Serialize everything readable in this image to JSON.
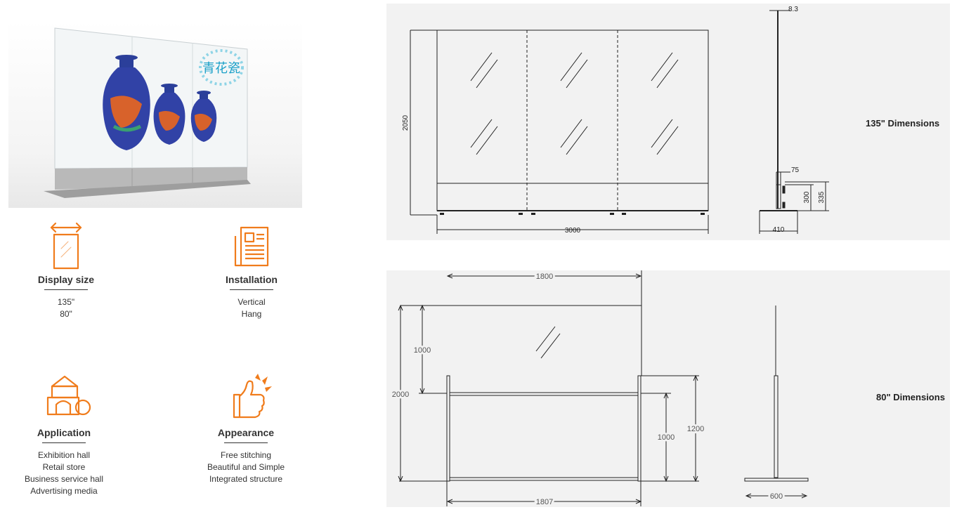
{
  "product_image": {
    "logo_text": "青花瓷"
  },
  "features": [
    {
      "title": "Display size",
      "items": [
        "135\"",
        "80\""
      ],
      "icon": "resize-frame-icon"
    },
    {
      "title": "Installation",
      "items": [
        "Vertical",
        "Hang"
      ],
      "icon": "document-layout-icon"
    },
    {
      "title": "Application",
      "items": [
        "Exhibition hall",
        "Retail store",
        "Business service hall",
        "Advertising media"
      ],
      "icon": "building-blocks-icon"
    },
    {
      "title": "Appearance",
      "items": [
        "Free stitching",
        "Beautiful and Simple",
        "Integrated structure"
      ],
      "icon": "thumbs-up-icon"
    }
  ],
  "drawing_135": {
    "label": "135\" Dimensions",
    "height": "2050",
    "width": "3000",
    "thickness": "8.3",
    "base_top": "75",
    "base_height_inner": "300",
    "base_height_outer": "335",
    "base_depth": "410"
  },
  "drawing_80": {
    "label": "80\" Dimensions",
    "top_width": "1800",
    "bottom_width": "1807",
    "total_height": "2000",
    "screen_height": "1000",
    "lower_height": "1000",
    "post_height": "1200",
    "base_width": "600"
  },
  "colors": {
    "accent": "#f07c1c",
    "panel_bg": "#f2f2f2",
    "line": "#222222"
  }
}
